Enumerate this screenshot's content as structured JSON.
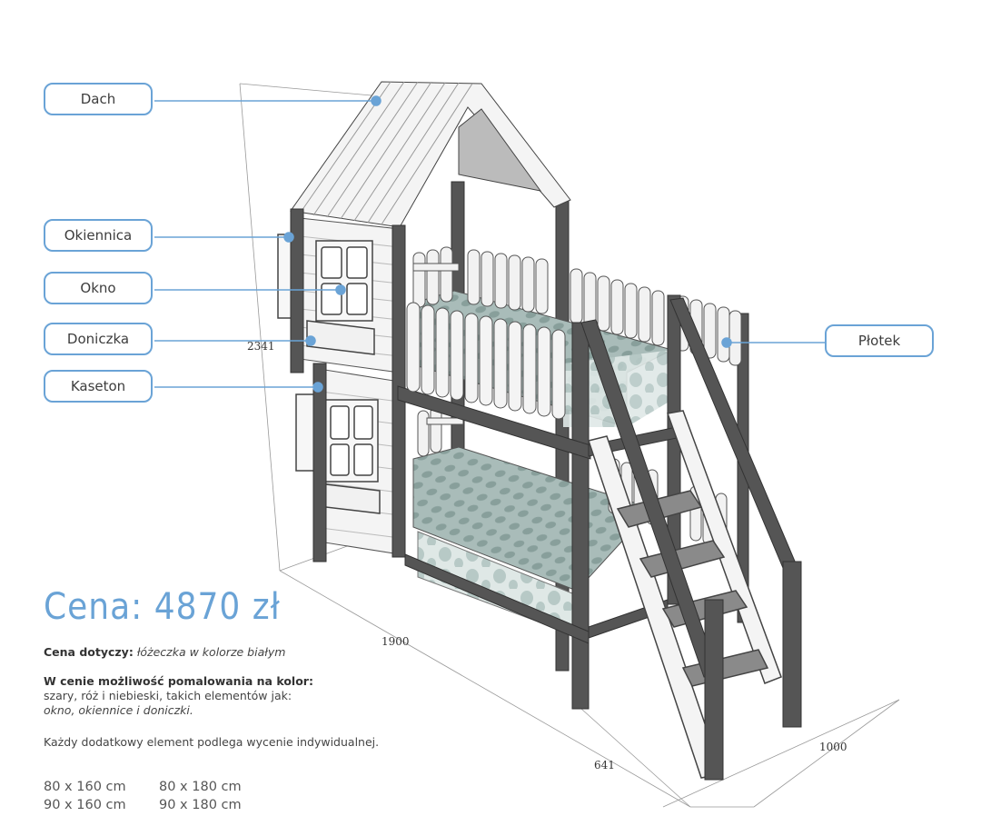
{
  "labels": {
    "dach": "Dach",
    "okiennica": "Okiennica",
    "okno": "Okno",
    "doniczka": "Doniczka",
    "kaseton": "Kaseton",
    "plotek": "Płotek"
  },
  "dimensions": {
    "height": "2341",
    "length": "1900",
    "width": "641",
    "depth": "1000"
  },
  "price": "Cena: 4870 zł",
  "info": {
    "line1_bold": "Cena dotyczy:",
    "line1_italic": "łóżeczka w kolorze białym",
    "line2_bold": "W cenie możliwość pomalowania na kolor:",
    "line3": "szary, róż i niebieski, takich elementów jak:",
    "line4_italic": "okno, okiennice i doniczki.",
    "line5": "Każdy dodatkowy element podlega wycenie indywidualnej."
  },
  "sizes": [
    "80 x 160 cm",
    "80 x 180 cm",
    "90 x 160 cm",
    "90 x 180 cm"
  ],
  "colors": {
    "accent": "#6aa3d6",
    "frame": "#555555",
    "panel": "#f4f4f4",
    "mattress": "#9fb3b0"
  }
}
